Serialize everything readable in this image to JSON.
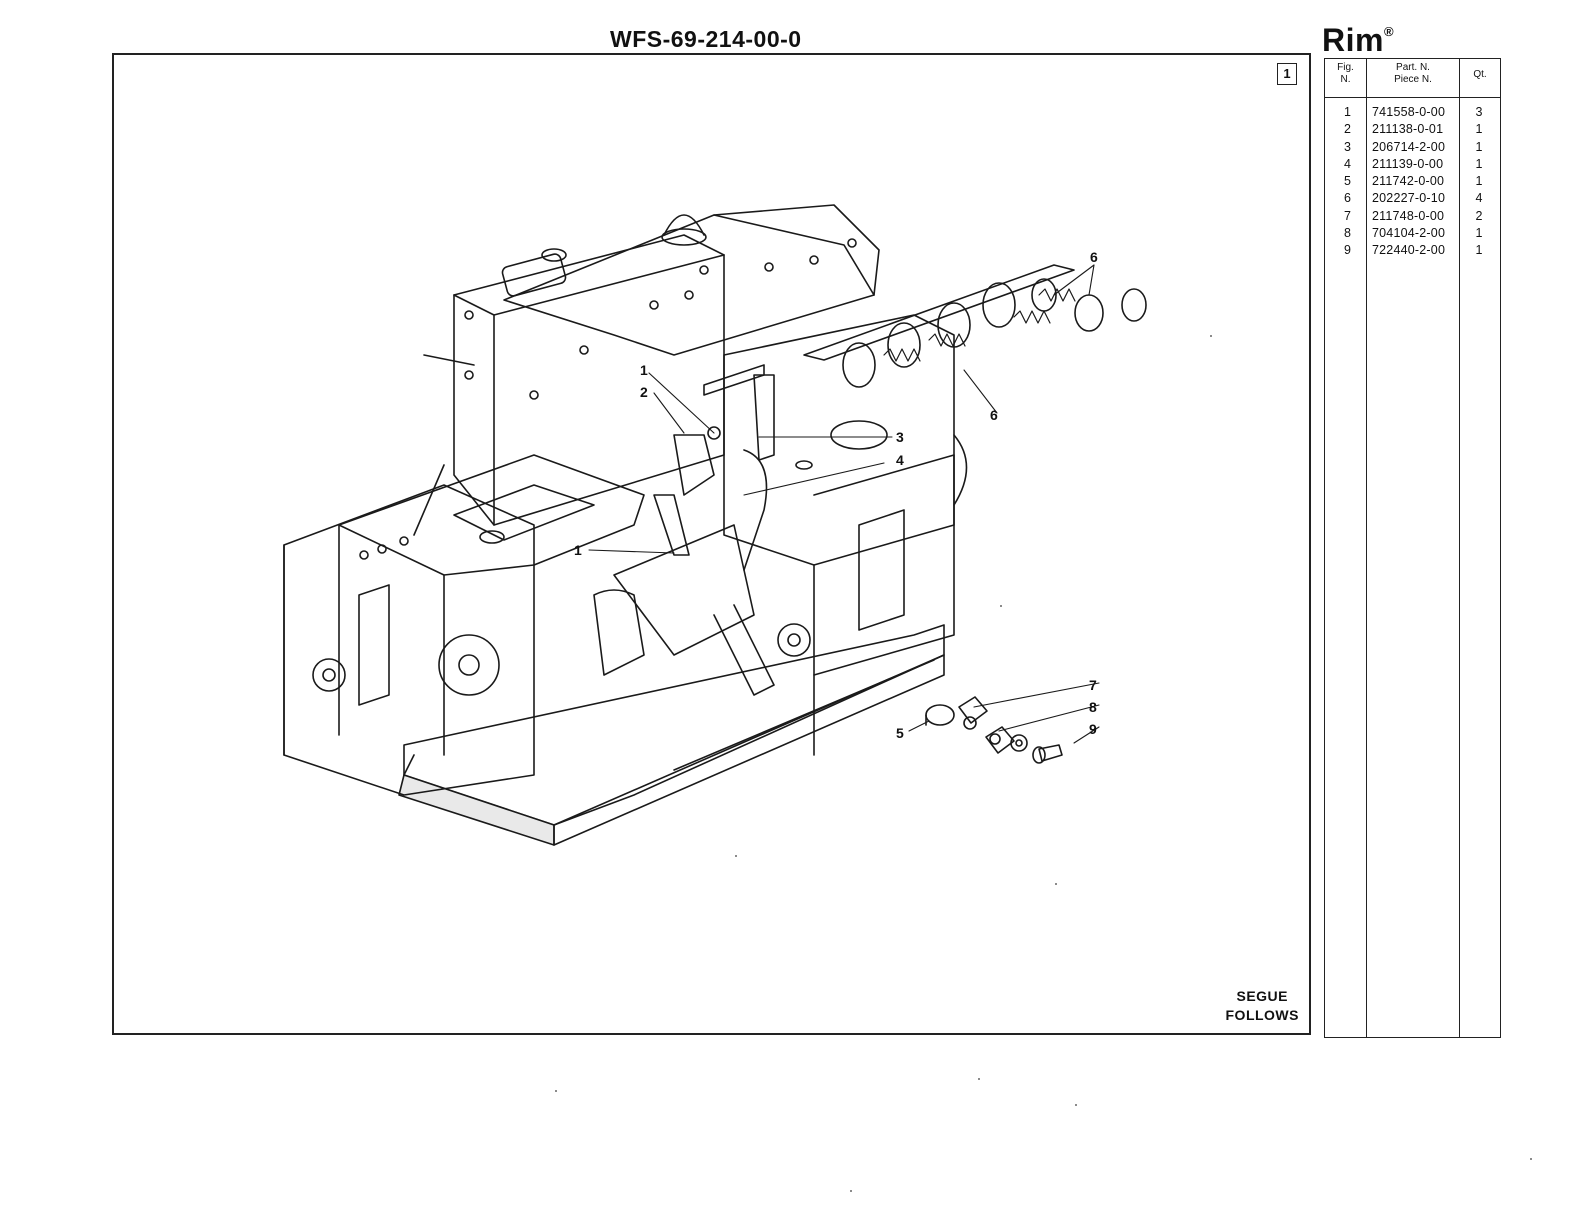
{
  "sheet": {
    "title": "WFS-69-214-00-0",
    "brand": "Rim",
    "brand_mark": "®",
    "figure_number": "1",
    "continue_line1": "SEGUE",
    "continue_line2": "FOLLOWS"
  },
  "callouts": [
    "1",
    "2",
    "3",
    "4",
    "1",
    "5",
    "6",
    "6",
    "7",
    "8",
    "9"
  ],
  "parts_table": {
    "headers": {
      "fig_line1": "Fig.",
      "fig_line2": "N.",
      "part_line1": "Part. N.",
      "part_line2": "Piece N.",
      "qty": "Qt."
    },
    "rows": [
      {
        "fig": "1",
        "part": "741558-0-00",
        "qty": "3"
      },
      {
        "fig": "2",
        "part": "211138-0-01",
        "qty": "1"
      },
      {
        "fig": "3",
        "part": "206714-2-00",
        "qty": "1"
      },
      {
        "fig": "4",
        "part": "211139-0-00",
        "qty": "1"
      },
      {
        "fig": "5",
        "part": "211742-0-00",
        "qty": "1"
      },
      {
        "fig": "6",
        "part": "202227-0-10",
        "qty": "4"
      },
      {
        "fig": "7",
        "part": "211748-0-00",
        "qty": "2"
      },
      {
        "fig": "8",
        "part": "704104-2-00",
        "qty": "1"
      },
      {
        "fig": "9",
        "part": "722440-2-00",
        "qty": "1"
      }
    ]
  }
}
